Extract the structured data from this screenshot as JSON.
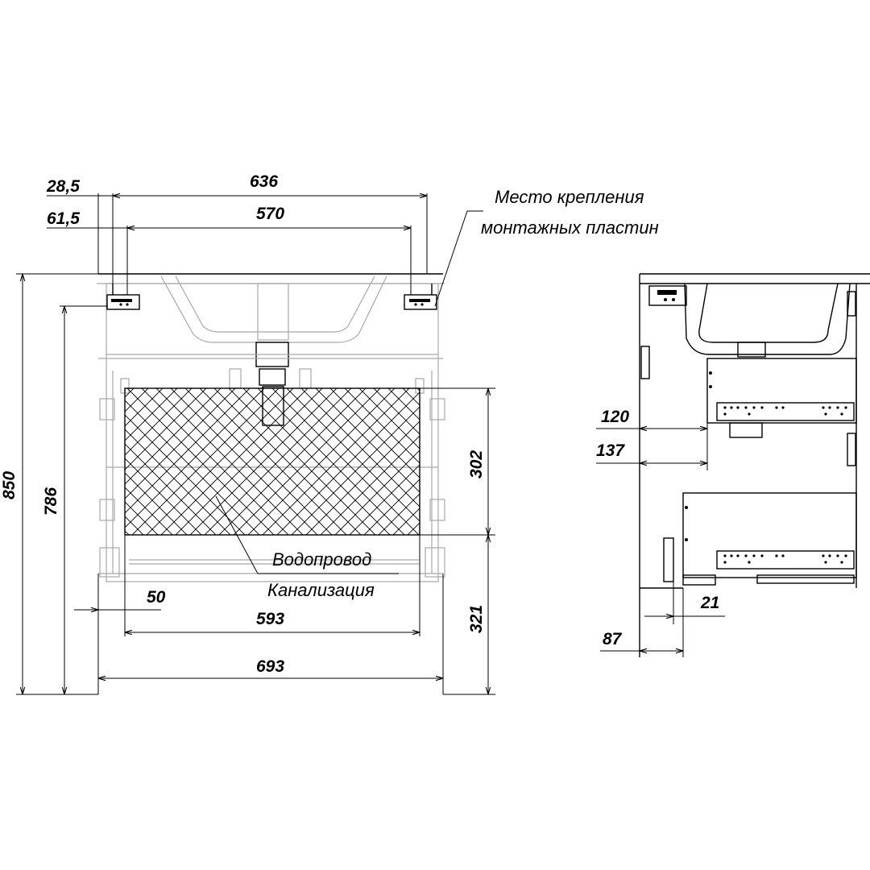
{
  "front": {
    "dims": {
      "d636": "636",
      "d570": "570",
      "d28_5": "28,5",
      "d61_5": "61,5",
      "d850": "850",
      "d786": "786",
      "d302": "302",
      "d321": "321",
      "d50": "50",
      "d593": "593",
      "d693": "693"
    },
    "labels": {
      "mount_line1": "Место крепления",
      "mount_line2": "монтажных пластин",
      "water": "Водопровод",
      "sewer": "Канализация"
    }
  },
  "side": {
    "dims": {
      "d120": "120",
      "d137": "137",
      "d21": "21",
      "d87": "87"
    }
  }
}
